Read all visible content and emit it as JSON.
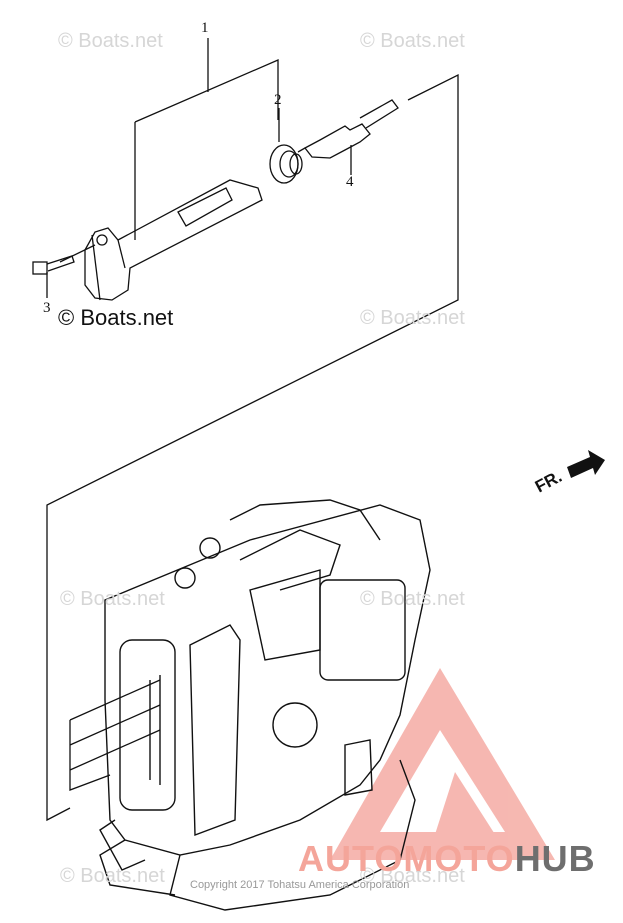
{
  "watermark": "© Boats.net",
  "callouts": {
    "c1": "1",
    "c2": "2",
    "c3": "3",
    "c4": "4"
  },
  "direction_label": "FR.",
  "footer_copyright": "Copyright 2017 Tohatsu America Corporation",
  "logo": {
    "part1": "AUTO",
    "part2": "MOTO",
    "part3": "HUB",
    "color_primary": "#f08a80",
    "color_secondary": "#6e6e6e"
  }
}
